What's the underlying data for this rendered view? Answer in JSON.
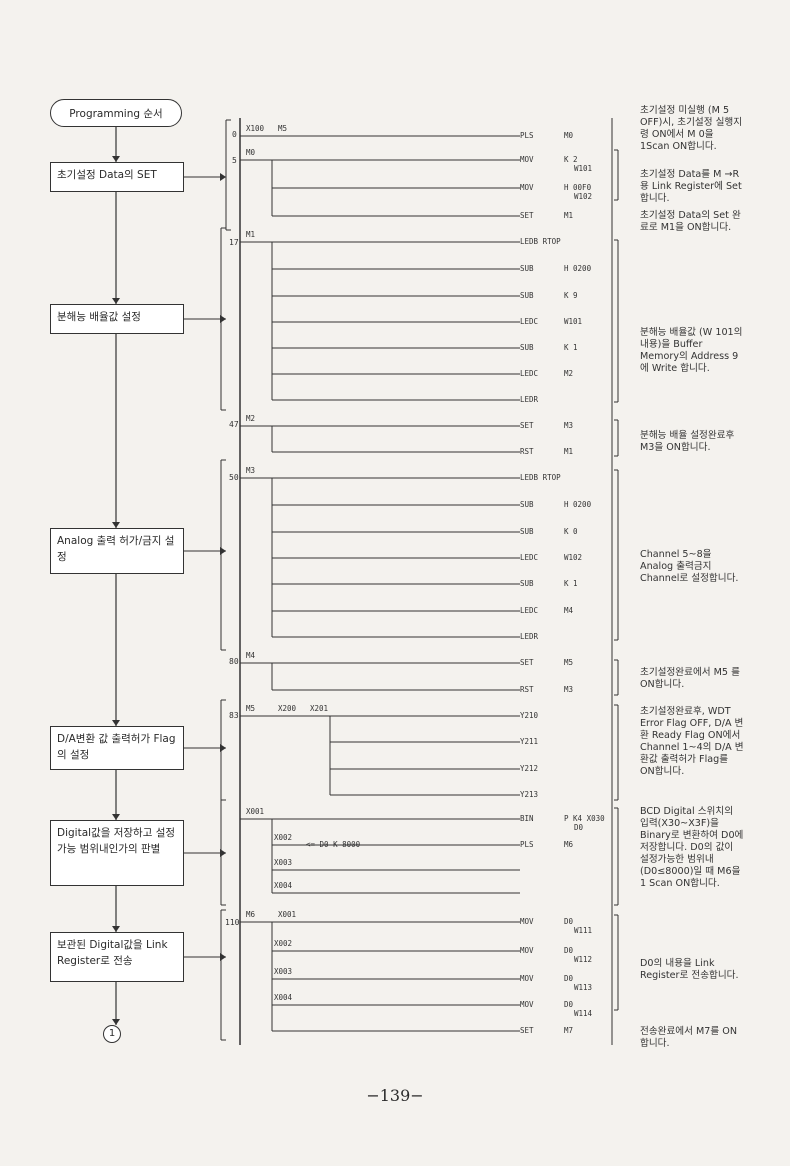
{
  "flow": {
    "start": "Programming 순서",
    "steps": [
      "초기설정 Data의 SET",
      "분해능 배율값 설정",
      "Analog 출력 허가/금지 설정",
      "D/A변환 값 출력허가 Flag의 설정",
      "Digital값을 저장하고 설정가능 범위내인가의 판별",
      "보관된 Digital값을 Link Register로 전송"
    ],
    "connector": "1"
  },
  "ladder": {
    "steps": [
      "0",
      "5",
      "17",
      "47",
      "50",
      "80",
      "83",
      "110"
    ],
    "rows": [
      {
        "contact": "X100",
        "contact2": "M5",
        "instr": "PLS",
        "op1": "M0",
        "op2": ""
      },
      {
        "contact": "M0",
        "instr": "MOV",
        "op1": "K 2",
        "op2": "W101"
      },
      {
        "instr": "MOV",
        "op1": "H 00F0",
        "op2": "W102"
      },
      {
        "instr": "SET",
        "op1": "M1",
        "op2": ""
      },
      {
        "contact": "M1",
        "instr": "LEDB RTOP",
        "op1": "",
        "op2": ""
      },
      {
        "instr": "SUB",
        "op1": "H 0200",
        "op2": ""
      },
      {
        "instr": "SUB",
        "op1": "K 9",
        "op2": ""
      },
      {
        "instr": "LEDC",
        "op1": "W101",
        "op2": ""
      },
      {
        "instr": "SUB",
        "op1": "K 1",
        "op2": ""
      },
      {
        "instr": "LEDC",
        "op1": "M2",
        "op2": ""
      },
      {
        "instr": "LEDR",
        "op1": "",
        "op2": ""
      },
      {
        "contact": "M2",
        "instr": "SET",
        "op1": "M3",
        "op2": ""
      },
      {
        "instr": "RST",
        "op1": "M1",
        "op2": ""
      },
      {
        "contact": "M3",
        "instr": "LEDB RTOP",
        "op1": "",
        "op2": ""
      },
      {
        "instr": "SUB",
        "op1": "H 0200",
        "op2": ""
      },
      {
        "instr": "SUB",
        "op1": "K 0",
        "op2": ""
      },
      {
        "instr": "LEDC",
        "op1": "W102",
        "op2": ""
      },
      {
        "instr": "SUB",
        "op1": "K 1",
        "op2": ""
      },
      {
        "instr": "LEDC",
        "op1": "M4",
        "op2": ""
      },
      {
        "instr": "LEDR",
        "op1": "",
        "op2": ""
      },
      {
        "contact": "M4",
        "instr": "SET",
        "op1": "M5",
        "op2": ""
      },
      {
        "instr": "RST",
        "op1": "M3",
        "op2": ""
      },
      {
        "contact": "M5",
        "contact2": "X200",
        "contact3": "X201",
        "instr": "Y210",
        "op1": "",
        "op2": ""
      },
      {
        "instr": "Y211",
        "op1": "",
        "op2": ""
      },
      {
        "instr": "Y212",
        "op1": "",
        "op2": ""
      },
      {
        "instr": "Y213",
        "op1": "",
        "op2": ""
      },
      {
        "contact": "X001",
        "instr": "BIN",
        "op1": "P K4 X030",
        "op2": "D0"
      },
      {
        "contact": "X002",
        "cmp": "<= D0 K 8000",
        "instr": "PLS",
        "op1": "M6",
        "op2": ""
      },
      {
        "contact": "X003"
      },
      {
        "contact": "X004"
      },
      {
        "contact": "M6",
        "contact2": "X001",
        "instr": "MOV",
        "op1": "D0",
        "op2": "W111"
      },
      {
        "contact": "X002",
        "instr": "MOV",
        "op1": "D0",
        "op2": "W112"
      },
      {
        "contact": "X003",
        "instr": "MOV",
        "op1": "D0",
        "op2": "W113"
      },
      {
        "contact": "X004",
        "instr": "MOV",
        "op1": "D0",
        "op2": "W114"
      },
      {
        "instr": "SET",
        "op1": "M7",
        "op2": ""
      }
    ]
  },
  "notes": [
    "초기설정 미실행 (M 5 OFF)시, 초기설정 실행지령 ON에서 M 0을 1Scan ON합니다.",
    "초기설정 Data를 M →R용 Link Register에 Set 합니다.",
    "초기설정 Data의 Set 완료로 M1을 ON합니다.",
    "분해능 배율값 (W 101의 내용)을 Buffer Memory의 Address 9에 Write 합니다.",
    "분해능 배율 설정완료후 M3을 ON합니다.",
    "Channel 5~8을 Analog 출력금지 Channel로 설정합니다.",
    "초기설정완료에서 M5 를 ON합니다.",
    "초기설정완료후, WDT Error Flag OFF, D/A 변환 Ready Flag ON에서 Channel 1~4의 D/A 변환값 출력허가 Flag를 ON합니다.",
    "BCD Digital 스위치의 입력(X30~X3F)을 Binary로 변환하여 D0에 저장합니다. D0의 값이 설정가능한 범위내 (D0≤8000)일 때 M6을 1 Scan ON합니다.",
    "D0의 내용을 Link Register로 전송합니다.",
    "전송완료에서 M7를 ON합니다."
  ],
  "page_number": "−139−"
}
